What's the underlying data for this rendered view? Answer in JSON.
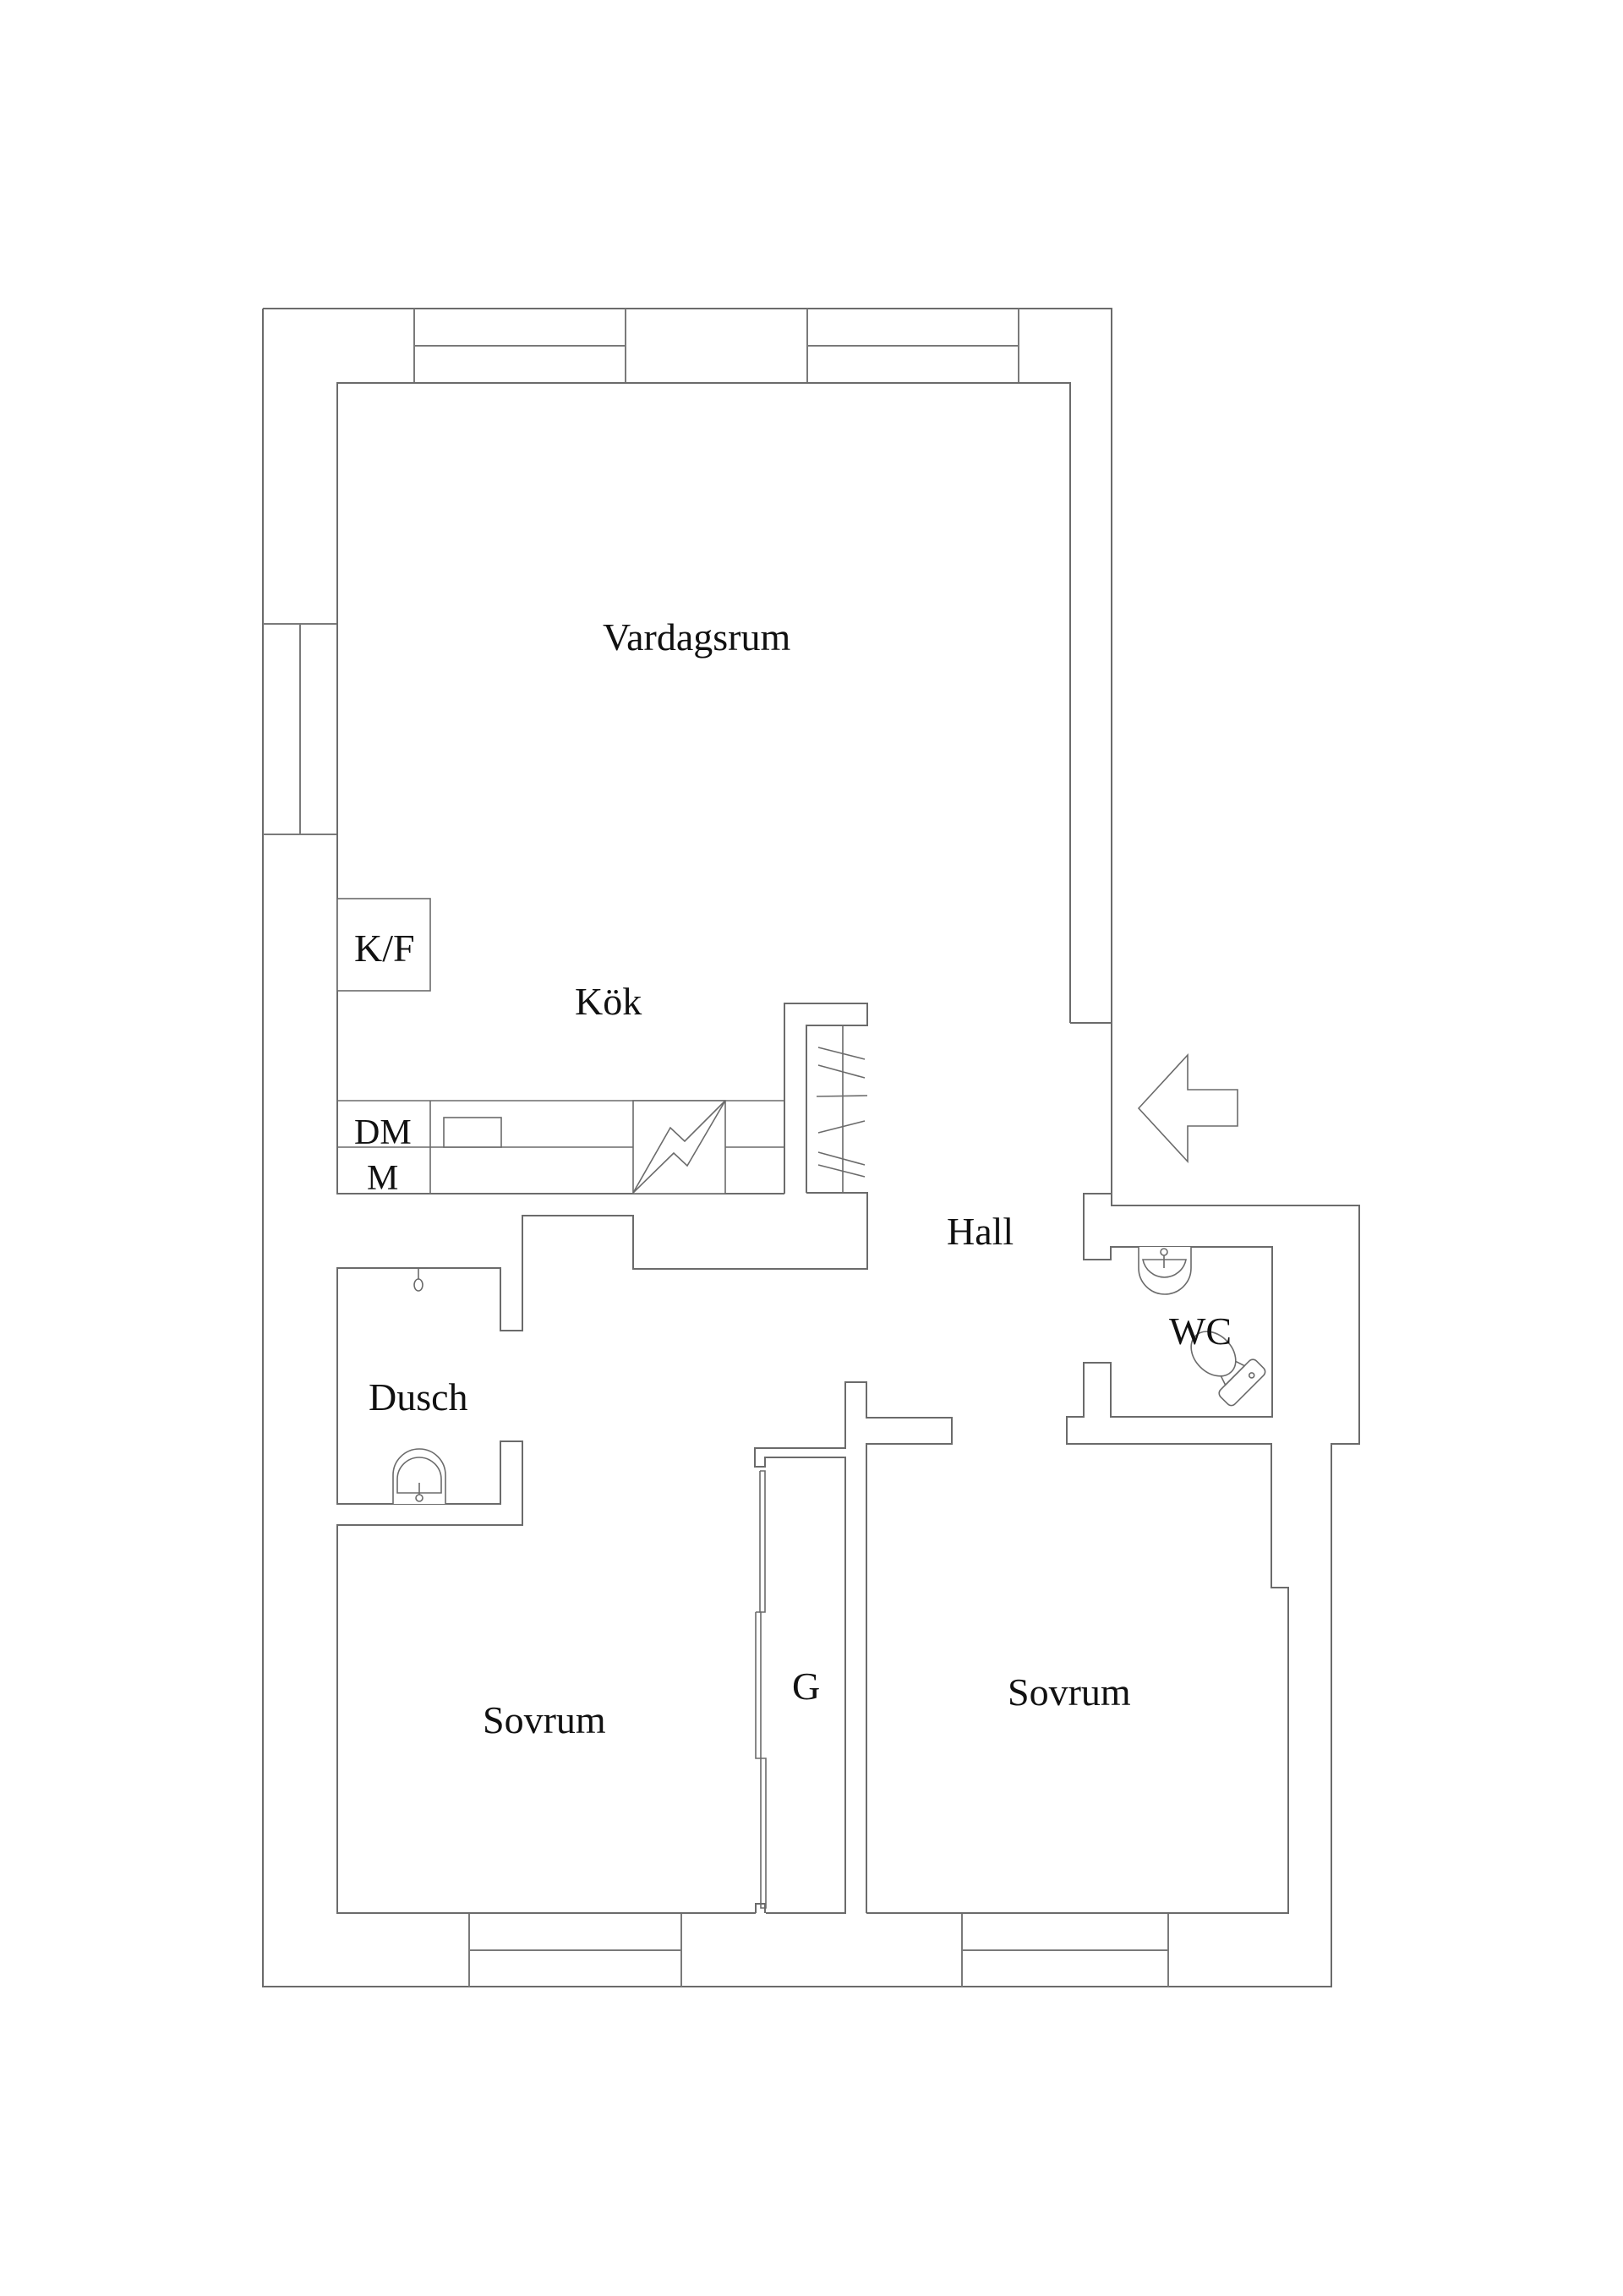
{
  "plan": {
    "type": "apartment floor plan",
    "line_color": "#6b6b6b",
    "text_color": "#111111",
    "background": "#ffffff"
  },
  "rooms": {
    "living_room": "Vardagsrum",
    "kitchen": "Kök",
    "hall": "Hall",
    "toilet": "WC",
    "shower": "Dusch",
    "bedroom_left": "Sovrum",
    "bedroom_right": "Sovrum",
    "wardrobe": "G"
  },
  "fixtures": {
    "fridge_freezer": "K/F",
    "dishwasher": "DM",
    "microwave": "M"
  },
  "symbols": {
    "entrance": "entrance-arrow-icon",
    "stove": "stove-icon",
    "closet_hangers": "hanger-icon",
    "sink": "sink-icon",
    "toilet": "toilet-icon",
    "shower_head": "shower-head-icon"
  }
}
